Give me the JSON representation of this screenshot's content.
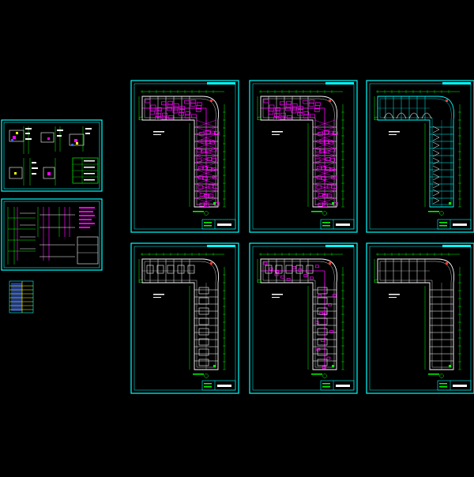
{
  "viewer": {
    "background": "#000000",
    "colors": {
      "frame": "#00ffff",
      "wall": "#ffffff",
      "dim": "#00ff00",
      "pipe": "#ff00ff",
      "table": "#ffff00",
      "blue": "#3366ff",
      "red": "#ff3333"
    }
  },
  "sheets": [
    {
      "id": "detail-top",
      "kind": "details"
    },
    {
      "id": "detail-bottom",
      "kind": "system"
    },
    {
      "id": "legend-table",
      "kind": "table"
    },
    {
      "id": "plan-1",
      "kind": "plan-dense"
    },
    {
      "id": "plan-2",
      "kind": "plan-dense"
    },
    {
      "id": "plan-3",
      "kind": "plan-cyan"
    },
    {
      "id": "plan-4",
      "kind": "plan-rooms"
    },
    {
      "id": "plan-5",
      "kind": "plan-rooms-pink"
    },
    {
      "id": "plan-6",
      "kind": "plan-outline"
    }
  ]
}
